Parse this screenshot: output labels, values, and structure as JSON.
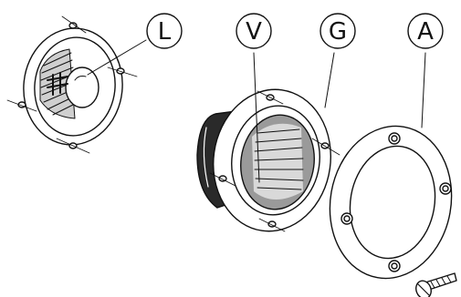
{
  "labels": {
    "lamp": "L",
    "glass": "V",
    "gasket": "G",
    "trim_ring": "A"
  },
  "colors": {
    "ink": "#111111",
    "paper": "#ffffff",
    "shade": "#555555"
  }
}
